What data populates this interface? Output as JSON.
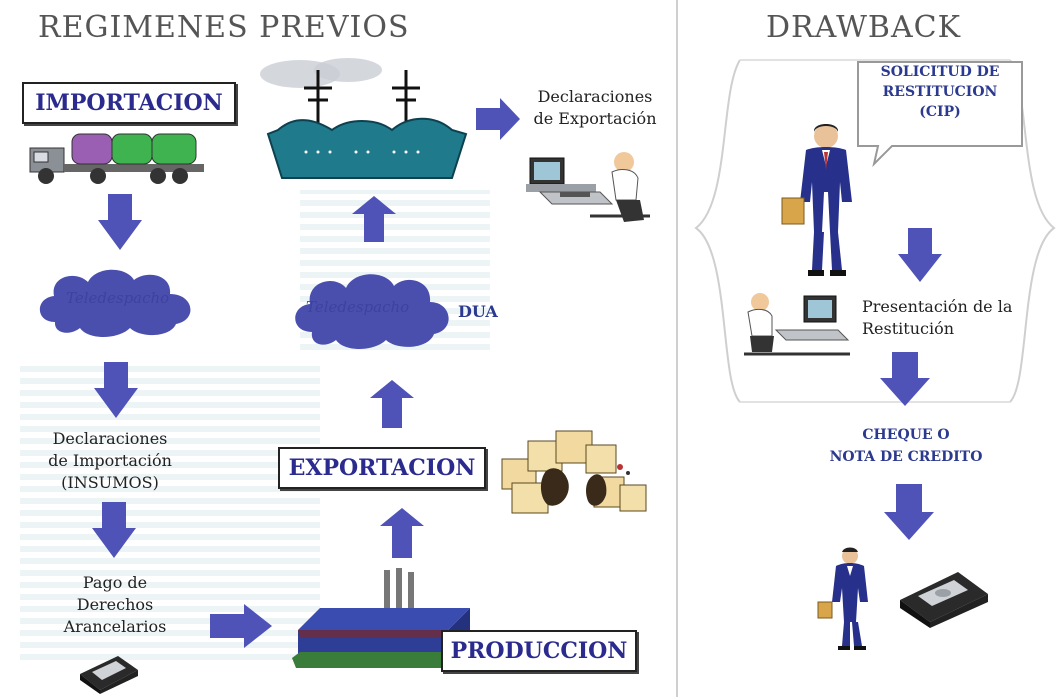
{
  "left_panel": {
    "title": "REGIMENES PREVIOS",
    "import_label": "IMPORTACION",
    "teledespacho_1": "Teledespacho",
    "teledespacho_2": "Teledespacho",
    "dua_label": "DUA",
    "import_declarations": [
      "Declaraciones",
      "de Importación",
      "(INSUMOS)"
    ],
    "duties_payment": [
      "Pago de",
      "Derechos",
      "Arancelarios"
    ],
    "export_label": "EXPORTACION",
    "production_label": "PRODUCCION",
    "export_declarations": [
      "Declaraciones",
      "de Exportación"
    ]
  },
  "right_panel": {
    "title": "DRAWBACK",
    "speech_bubble": [
      "SOLICITUD DE",
      "RESTITUCION",
      "(CIP)"
    ],
    "restitution_presentation": [
      "Presentación de la",
      "Restitución"
    ],
    "check_note": [
      "CHEQUE O",
      "NOTA DE CREDITO"
    ]
  },
  "colors": {
    "arrow": "#4f53b8",
    "cloud": "#4a4fae",
    "ship": "#1f7a8c",
    "box_text": "#2b2b8f"
  }
}
